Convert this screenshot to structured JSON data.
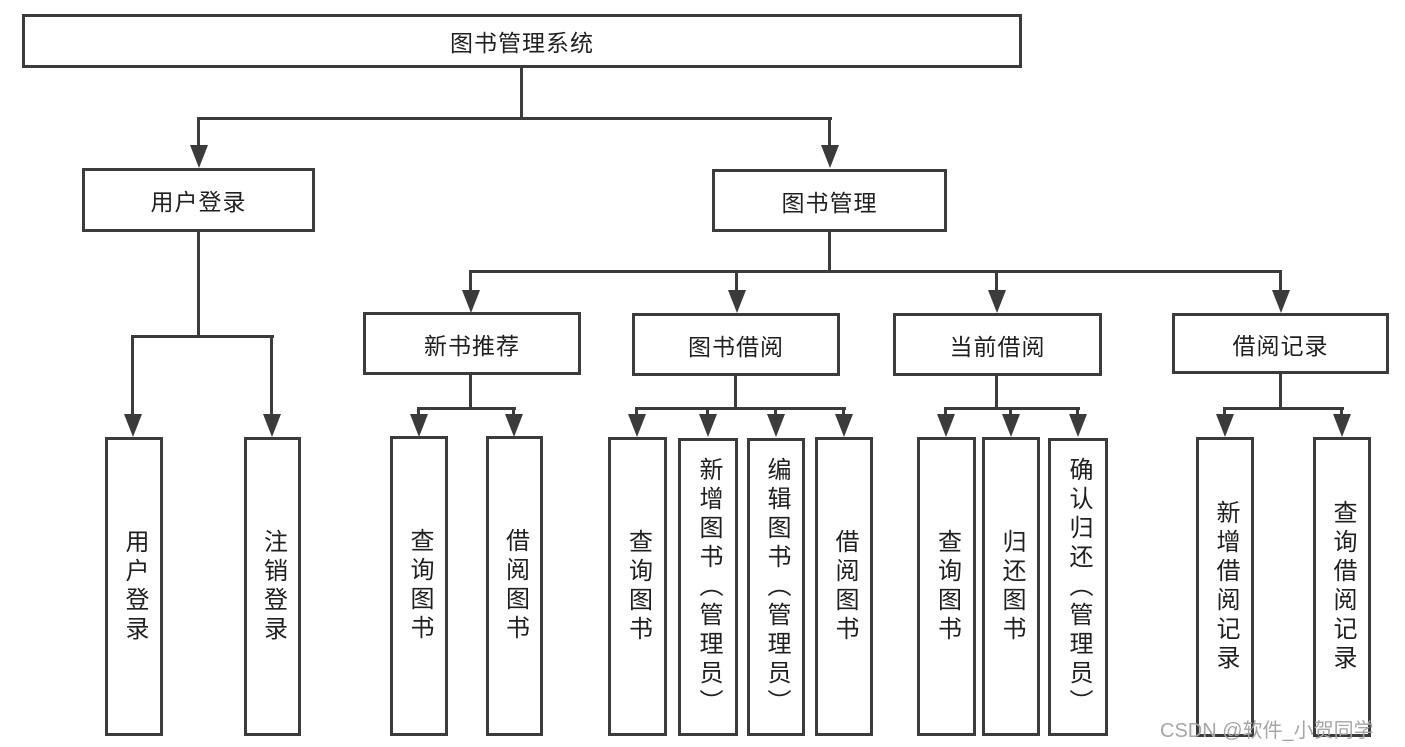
{
  "diagram_type": "functional-structure-tree",
  "colors": {
    "line": "#3b3b3b",
    "text": "#1f1f1f",
    "background": "#ffffff",
    "watermark": "#a6a6a6"
  },
  "tree": {
    "label": "图书管理系统",
    "children": [
      {
        "label": "用户登录",
        "children": [
          {
            "label": "用户登录"
          },
          {
            "label": "注销登录"
          }
        ]
      },
      {
        "label": "图书管理",
        "children": [
          {
            "label": "新书推荐",
            "children": [
              {
                "label": "查询图书"
              },
              {
                "label": "借阅图书"
              }
            ]
          },
          {
            "label": "图书借阅",
            "children": [
              {
                "label": "查询图书"
              },
              {
                "label": "新增图书（管理员）"
              },
              {
                "label": "编辑图书（管理员）"
              },
              {
                "label": "借阅图书"
              }
            ]
          },
          {
            "label": "当前借阅",
            "children": [
              {
                "label": "查询图书"
              },
              {
                "label": "归还图书"
              },
              {
                "label": "确认归还（管理员）"
              }
            ]
          },
          {
            "label": "借阅记录",
            "children": [
              {
                "label": "新增借阅记录"
              },
              {
                "label": "查询借阅记录"
              }
            ]
          }
        ]
      }
    ]
  },
  "watermark": {
    "text": "CSDN @软件_小贺同学"
  }
}
